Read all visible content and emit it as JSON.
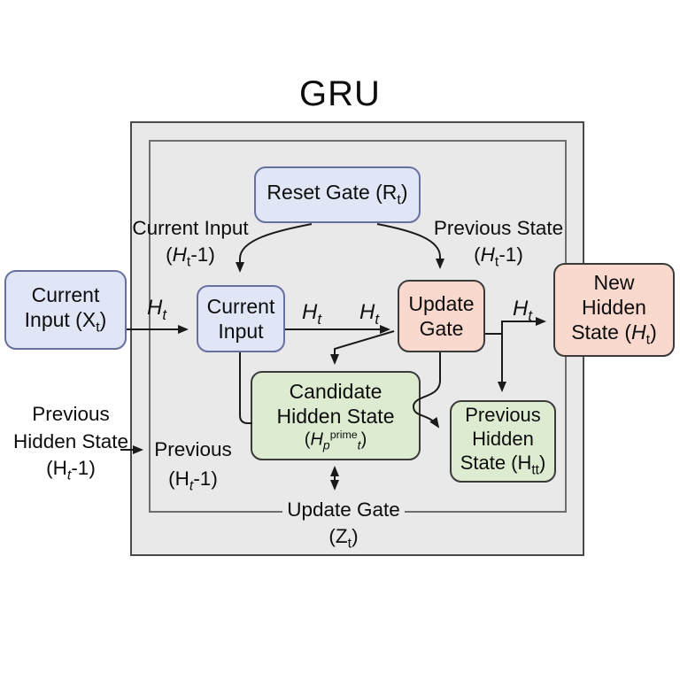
{
  "title": "GRU",
  "colors": {
    "canvas_bg": "#ffffff",
    "frame_fill": "#e9e9e9",
    "frame_border": "#4a4a4a",
    "blue_node_fill": "#e0e6f6",
    "blue_node_border": "#66719e",
    "pink_node_fill": "#f9d8cd",
    "green_node_fill": "#ddecd1",
    "node_border_dark": "#3a3a3a",
    "text": "#0d0d0d",
    "arrow": "#1a1a1a"
  },
  "nodes": {
    "reset_gate": {
      "pre": "Reset Gate (R",
      "sub": "t",
      "post": ")"
    },
    "current_input_ext": {
      "line1": "Current",
      "line2_pre": "Input (X",
      "line2_sub": "t",
      "line2_post": ")"
    },
    "current_input": {
      "line1": "Current",
      "line2": "Input"
    },
    "update_gate": {
      "line1": "Update",
      "line2": "Gate"
    },
    "new_hidden_state": {
      "line1": "New",
      "line2": "Hidden",
      "line3_pre": "State (",
      "line3_h": "H",
      "line3_sub": "t",
      "line3_post": ")"
    },
    "candidate_hidden_state": {
      "line1": "Candidate",
      "line2": "Hidden State",
      "f_open": "(",
      "f_h": "H",
      "f_sub_p": "p",
      "f_sup": "prime",
      "f_sub_t": "t",
      "f_close": ")"
    },
    "previous_hidden_state": {
      "line1": "Previous",
      "line2": "Hidden",
      "line3_pre": "State (H",
      "line3_sub": "tt",
      "line3_post": ")"
    }
  },
  "labels": {
    "current_input_top": {
      "line1": "Current Input",
      "open": "(",
      "h": "H",
      "sub": "t",
      "rest": "-1)"
    },
    "previous_state_top": {
      "line1": "Previous State",
      "open": "(",
      "h": "H",
      "sub": "t",
      "rest": "-1)"
    },
    "previous_hidden_left": {
      "line1": "Previous",
      "line2": "Hidden State",
      "open": "(H",
      "sub": "t",
      "rest": "-1)"
    },
    "previous_inner": {
      "line1": "Previous",
      "open": "(H",
      "sub": "t",
      "rest": "-1)"
    },
    "update_gate_bottom": {
      "line1": "Update Gate",
      "open": "(Z",
      "sub": "t",
      "rest": ")"
    },
    "ht": {
      "h": "H",
      "sub": "t"
    }
  }
}
